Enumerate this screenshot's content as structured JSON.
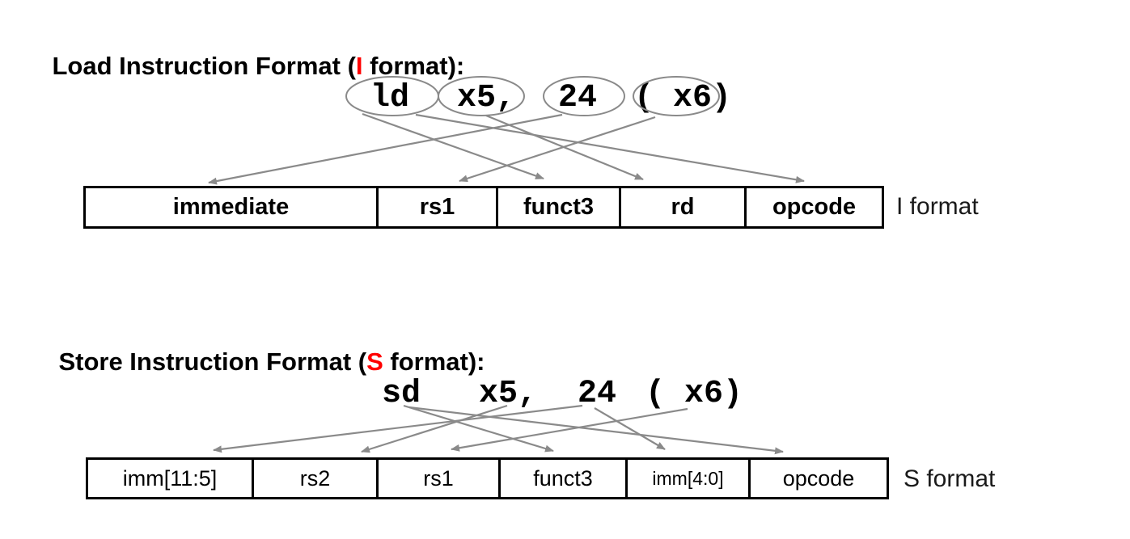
{
  "colors": {
    "accent_red": "#ff0000",
    "arrow_gray": "#8a8a8a",
    "border_black": "#000000",
    "background": "#ffffff"
  },
  "load_section": {
    "title": {
      "prefix": "Load Instruction Format (",
      "accent": "I",
      "suffix": " format):"
    },
    "instruction": {
      "tokens": [
        "ld",
        "x5,",
        "24",
        "( x6)"
      ]
    },
    "circled_tokens": [
      "ld",
      "x5",
      "24",
      "( x6"
    ],
    "fields": [
      "immediate",
      "rs1",
      "funct3",
      "rd",
      "opcode"
    ],
    "format_label": "I format",
    "mappings": [
      {
        "from": "ld",
        "to": "funct3"
      },
      {
        "from": "ld",
        "to": "opcode"
      },
      {
        "from": "x5",
        "to": "rd"
      },
      {
        "from": "24",
        "to": "immediate"
      },
      {
        "from": "x6",
        "to": "rs1"
      }
    ]
  },
  "store_section": {
    "title": {
      "prefix": "Store Instruction Format (",
      "accent": "S",
      "suffix": " format):"
    },
    "instruction": {
      "tokens": [
        "sd",
        "x5,",
        "24",
        "( x6)"
      ]
    },
    "fields": [
      "imm[11:5]",
      "rs2",
      "rs1",
      "funct3",
      "imm[4:0]",
      "opcode"
    ],
    "format_label": "S format",
    "mappings": [
      {
        "from": "sd",
        "to": "funct3"
      },
      {
        "from": "sd",
        "to": "opcode"
      },
      {
        "from": "x5",
        "to": "rs2"
      },
      {
        "from": "24",
        "to": "imm[11:5]"
      },
      {
        "from": "24",
        "to": "imm[4:0]"
      },
      {
        "from": "x6",
        "to": "rs1"
      }
    ]
  }
}
